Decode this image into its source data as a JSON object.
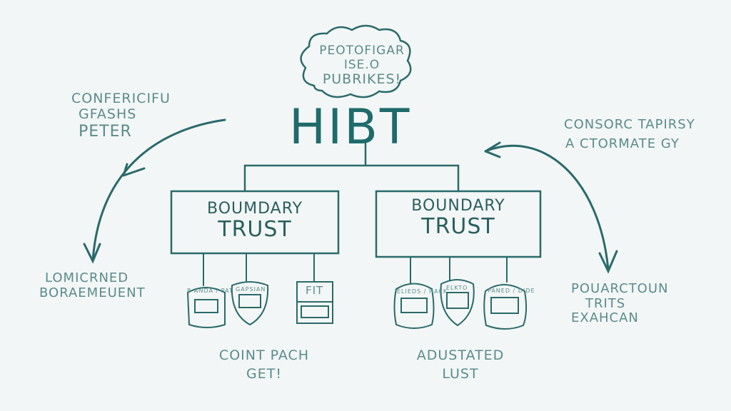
{
  "title": "HIBT",
  "cloud": {
    "lines": [
      "PEOTOFIGAR",
      "ISE.O",
      "PUBRIKES!"
    ]
  },
  "notes": {
    "top_left": [
      "CONFERICIFU",
      "GFASHS",
      "PETER"
    ],
    "bottom_left": [
      "LOMICRNED",
      "BORAEMEUENT"
    ],
    "top_right": [
      "CONSORC TAPIRSY",
      "A CTORMATE GY"
    ],
    "bottom_right": [
      "POUARCTOUN",
      "TRITS",
      "EXAHCAN"
    ]
  },
  "boxes": [
    {
      "line1": "BOUMDARY",
      "line2": "TRUST",
      "caption": [
        "COINT PACH",
        "GET!"
      ],
      "badges": [
        "B ANDA / PAT",
        "GAPSIAN",
        "FIT"
      ]
    },
    {
      "line1": "BOUNDARY",
      "line2": "TRUST",
      "caption": [
        "ADUSTATED",
        "LUST"
      ],
      "badges": [
        "ELIEDS / HACK",
        "ELKTO",
        "PANED / DIDE"
      ]
    }
  ],
  "colors": {
    "ink": "#1f6b6b",
    "text": "#5b8b8b",
    "background": "#f3f6f6"
  }
}
